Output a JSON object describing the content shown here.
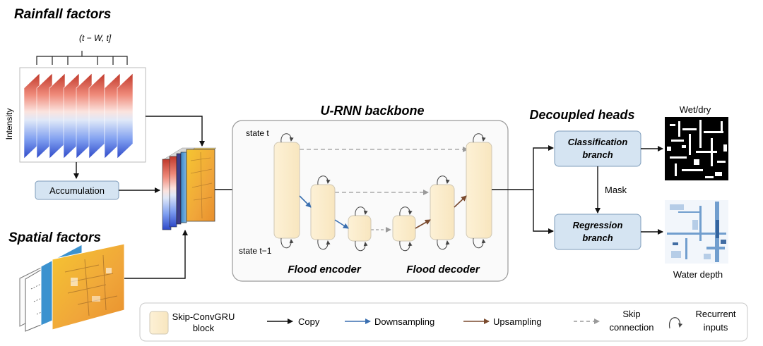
{
  "rainfall": {
    "title": "Rainfall factors",
    "window_label": "(t − W, t]",
    "axis_label": "Intensity",
    "accumulation_label": "Accumulation"
  },
  "spatial": {
    "title": "Spatial factors"
  },
  "backbone": {
    "title": "U-RNN backbone",
    "state_top": "state t",
    "state_bottom": "state t−1",
    "encoder_label": "Flood encoder",
    "decoder_label": "Flood decoder"
  },
  "heads": {
    "title": "Decoupled heads",
    "classification_line1": "Classification",
    "classification_line2": "branch",
    "regression_line1": "Regression",
    "regression_line2": "branch",
    "mask_label": "Mask",
    "wet_dry_label": "Wet/dry",
    "water_depth_label": "Water depth"
  },
  "legend": {
    "block_line1": "Skip-ConvGRU",
    "block_line2": "block",
    "copy": "Copy",
    "downsampling": "Downsampling",
    "upsampling": "Upsampling",
    "skip_line1": "Skip",
    "skip_line2": "connection",
    "recurrent_line1": "Recurrent",
    "recurrent_line2": "inputs"
  },
  "colors": {
    "block_fill": "#fbeccb",
    "block_stroke": "#cfc7b4",
    "branch_fill": "#d5e4f2",
    "copy_arrow": "#111111",
    "down_arrow": "#3a6fb0",
    "up_arrow": "#7a4a2e",
    "skip_arrow": "#9a9a9a"
  }
}
